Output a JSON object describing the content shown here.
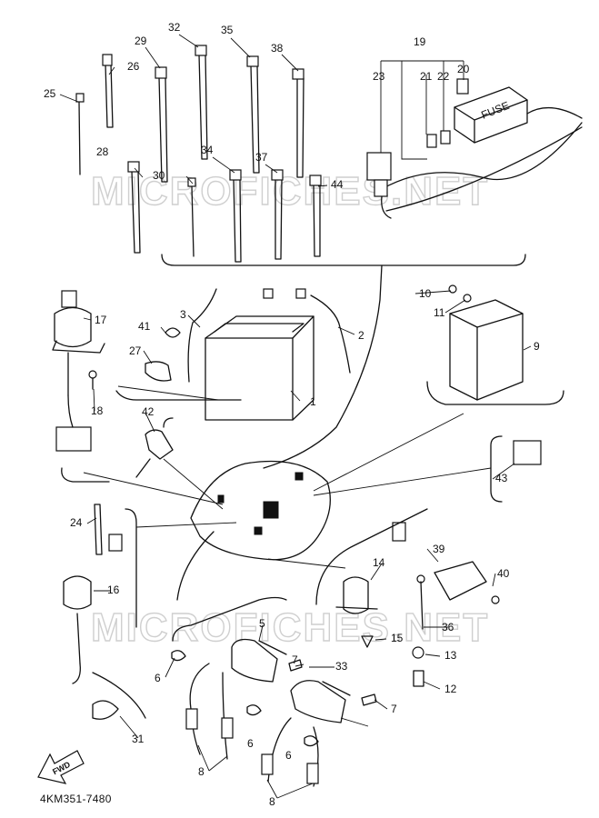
{
  "diagram_code": "4KM351-7480",
  "watermark_texts": [
    "MICROFICHES.NET",
    "MICROFICHES.NET"
  ],
  "fuse_label": "FUSE",
  "fwd_label": "FWD",
  "callouts": [
    "1",
    "2",
    "3",
    "5",
    "6",
    "6",
    "6",
    "7",
    "7",
    "8",
    "8",
    "9",
    "10",
    "11",
    "12",
    "13",
    "14",
    "15",
    "16",
    "17",
    "18",
    "19",
    "20",
    "21",
    "22",
    "23",
    "24",
    "25",
    "26",
    "27",
    "28",
    "29",
    "30",
    "31",
    "32",
    "33",
    "34",
    "35",
    "36",
    "37",
    "38",
    "39",
    "40",
    "41",
    "42",
    "43",
    "44"
  ]
}
